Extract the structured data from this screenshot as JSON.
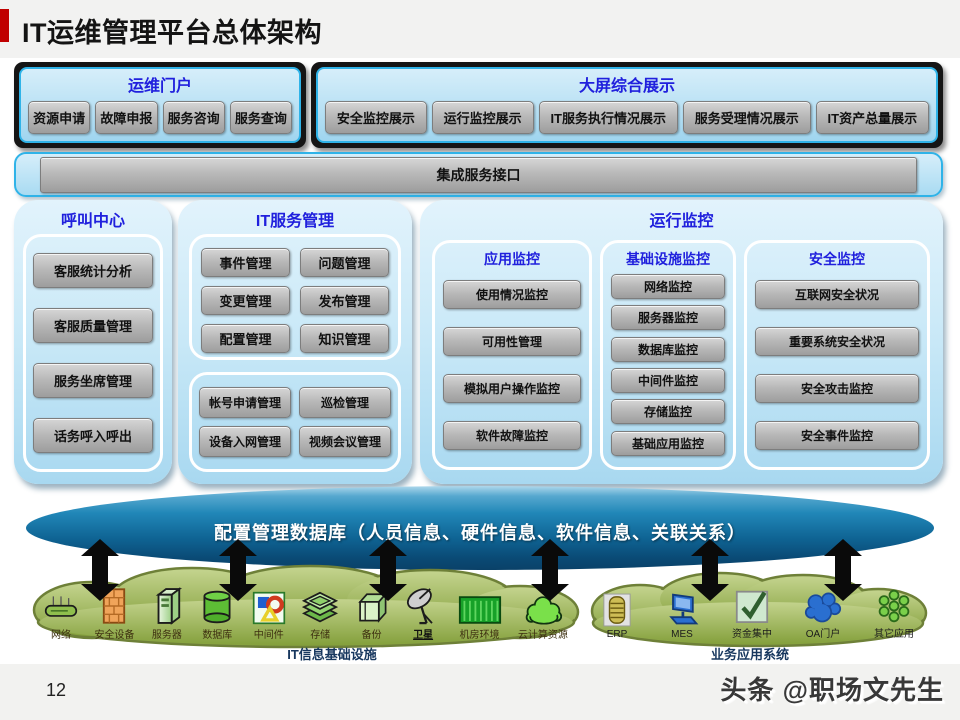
{
  "colors": {
    "accent_blue_title": "#2020dd",
    "cyan_border": "#2fb3e8",
    "panel_light_blue": "#c8e8f7",
    "button_gray": "#b9b9b9",
    "cmdb_band_blue": "#0f6494",
    "cloud_olive_green": "#94ab4d",
    "caption_navy": "#17375e",
    "header_red_bar": "#c00000",
    "arrow_black": "#0a0a0a"
  },
  "header": {
    "title": "IT运维管理平台总体架构"
  },
  "portal": {
    "title": "运维门户",
    "buttons": [
      "资源申请",
      "故障申报",
      "服务咨询",
      "服务查询"
    ]
  },
  "dashboard": {
    "title": "大屏综合展示",
    "buttons": [
      "安全监控展示",
      "运行监控展示",
      "IT服务执行情况展示",
      "服务受理情况展示",
      "IT资产总量展示"
    ]
  },
  "integration": {
    "label": "集成服务接口"
  },
  "call_center": {
    "title": "呼叫中心",
    "buttons": [
      "客服统计分析",
      "客服质量管理",
      "服务坐席管理",
      "话务呼入呼出"
    ]
  },
  "it_service": {
    "title": "IT服务管理",
    "group1": [
      "事件管理",
      "问题管理",
      "变更管理",
      "发布管理",
      "配置管理",
      "知识管理"
    ],
    "group2": [
      "帐号申请管理",
      "巡检管理",
      "设备入网管理",
      "视频会议管理"
    ]
  },
  "monitoring": {
    "title": "运行监控",
    "app": {
      "title": "应用监控",
      "buttons": [
        "使用情况监控",
        "可用性管理",
        "模拟用户操作监控",
        "软件故障监控"
      ]
    },
    "infra": {
      "title": "基础设施监控",
      "buttons": [
        "网络监控",
        "服务器监控",
        "数据库监控",
        "中间件监控",
        "存储监控",
        "基础应用监控"
      ]
    },
    "security": {
      "title": "安全监控",
      "buttons": [
        "互联网安全状况",
        "重要系统安全状况",
        "安全攻击监控",
        "安全事件监控"
      ]
    }
  },
  "cmdb": {
    "label": "配置管理数据库（人员信息、硬件信息、软件信息、关联关系）"
  },
  "infra_cloud": {
    "caption": "IT信息基础设施",
    "items": [
      {
        "label": "网络",
        "icon": "router-icon"
      },
      {
        "label": "安全设备",
        "icon": "firewall-icon"
      },
      {
        "label": "服务器",
        "icon": "server-icon"
      },
      {
        "label": "数据库",
        "icon": "database-icon"
      },
      {
        "label": "中间件",
        "icon": "middleware-icon"
      },
      {
        "label": "存储",
        "icon": "storage-icon"
      },
      {
        "label": "备份",
        "icon": "backup-icon"
      },
      {
        "label": "卫星",
        "icon": "satellite-icon"
      },
      {
        "label": "机房环境",
        "icon": "server-room-icon"
      },
      {
        "label": "云计算资源",
        "icon": "cloud-resource-icon"
      }
    ]
  },
  "business_cloud": {
    "caption": "业务应用系统",
    "items": [
      {
        "label": "ERP",
        "icon": "erp-icon"
      },
      {
        "label": "MES",
        "icon": "mes-icon"
      },
      {
        "label": "资金集中",
        "icon": "funds-check-icon"
      },
      {
        "label": "OA门户",
        "icon": "oa-portal-icon"
      },
      {
        "label": "其它应用",
        "icon": "other-apps-icon"
      }
    ]
  },
  "footer": {
    "page_number": "12",
    "watermark": "头条 @职场文先生"
  }
}
